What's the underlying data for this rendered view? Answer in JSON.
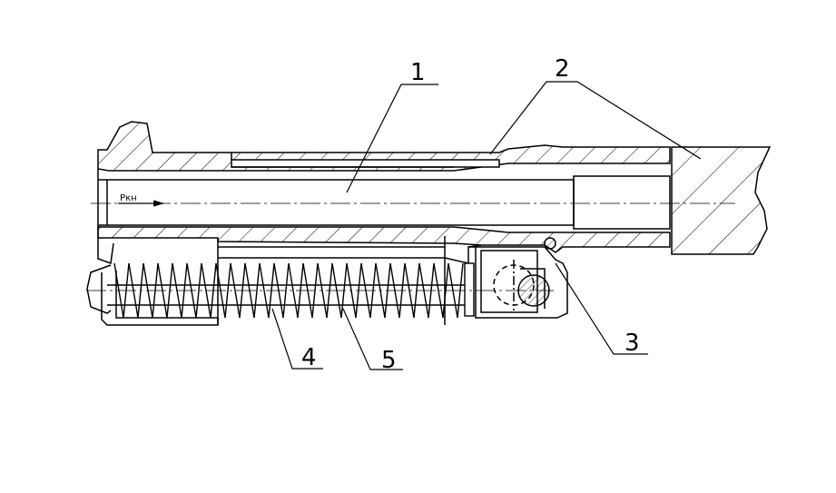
{
  "drawing": {
    "pressure_label": "Ркн",
    "callouts": [
      {
        "id": "1",
        "label": "1"
      },
      {
        "id": "2",
        "label": "2"
      },
      {
        "id": "3",
        "label": "3"
      },
      {
        "id": "4",
        "label": "4"
      },
      {
        "id": "5",
        "label": "5"
      }
    ],
    "colors": {
      "line": "#000000",
      "background": "#ffffff"
    }
  }
}
